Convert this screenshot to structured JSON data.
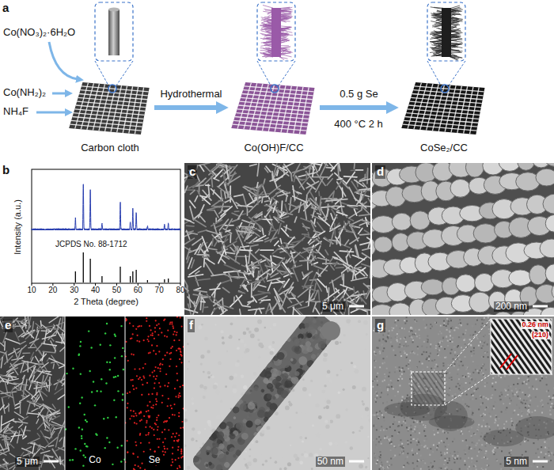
{
  "diagram": {
    "nodes": [
      {
        "text": [
          "Carbon cloth"
        ]
      },
      {
        "text": [
          "Co(OH)F/CC"
        ]
      },
      {
        "text": [
          "CoSe₂/CC"
        ]
      },
      {
        "text": [
          "c",
          "5 μm"
        ]
      },
      {
        "text": [
          "d",
          "200 nm"
        ]
      },
      {
        "text": [
          "e",
          "5 μm"
        ]
      },
      {
        "text": [
          "Co"
        ]
      },
      {
        "text": [
          "Se"
        ]
      },
      {
        "text": [
          "f",
          "50 nm"
        ]
      },
      {
        "text": [
          "g",
          "5 nm"
        ]
      },
      {
        "text": [
          "0.26 nm",
          "(210)"
        ],
        "in": 9
      }
    ],
    "edges": [
      {
        "from": 0,
        "to": 1,
        "arrow": "to",
        "label": "Hydrothermal"
      },
      {
        "from": 1,
        "to": 2,
        "arrow": "to",
        "label": "0.5 g Se"
      }
    ],
    "labels": [
      "a",
      "Co(NO₃)₂·6H₂O",
      "Co(NH₂)₂",
      "NH₄F",
      "400 °C 2 h",
      "b",
      "Intensity (a.u.)",
      "JCPDS No. 88-1712",
      "10",
      "20",
      "30",
      "40",
      "50",
      "60",
      "70",
      "80",
      "2 Theta (degree)"
    ]
  }
}
